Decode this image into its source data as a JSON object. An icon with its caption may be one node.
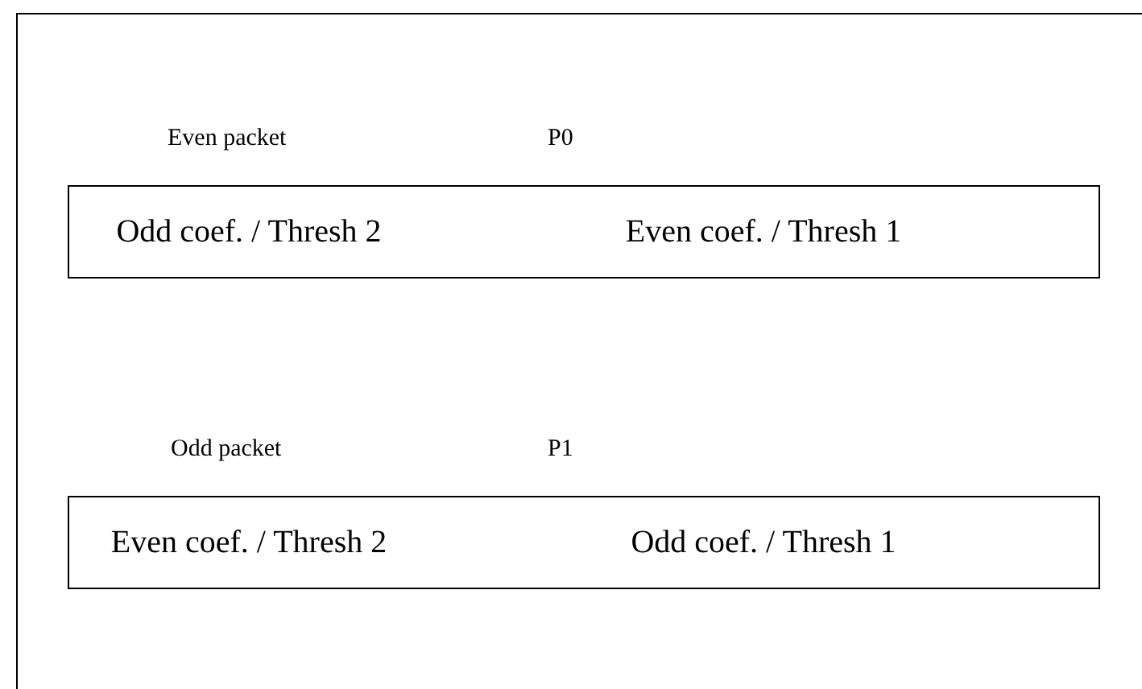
{
  "diagram": {
    "nodes": [
      {
        "text": [
          "Odd coef. / Thresh 2"
        ]
      },
      {
        "text": [
          "Even coef. / Thresh 1"
        ]
      },
      {
        "text": [
          "Even coef. / Thresh 2"
        ]
      },
      {
        "text": [
          "Odd coef. / Thresh 1"
        ]
      }
    ],
    "edges": [],
    "labels": [
      "Even packet",
      "P0",
      "Odd packet",
      "P1"
    ]
  }
}
